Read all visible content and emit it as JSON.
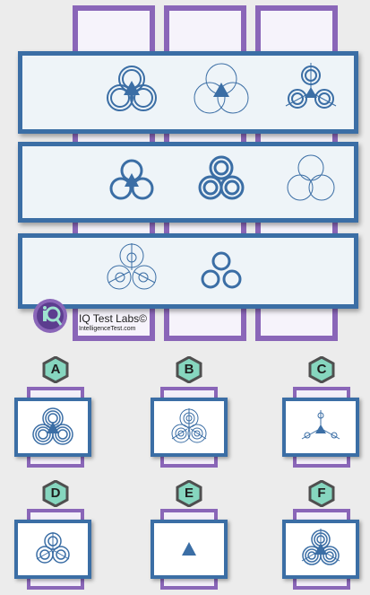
{
  "brand": {
    "name": "IQ Test Labs©",
    "site": "IntelligenceTest.com",
    "logo_mark": "iq"
  },
  "colors": {
    "frame_blue": "#3b6ea5",
    "frame_purple": "#8a66b8",
    "badge_green": "#86d6bf",
    "badge_dark": "#4f4f4f"
  },
  "puzzle": {
    "rows": 3,
    "columns": 3,
    "missing_cell": "row 3, column 3"
  },
  "options": [
    {
      "letter": "A"
    },
    {
      "letter": "B"
    },
    {
      "letter": "C"
    },
    {
      "letter": "D"
    },
    {
      "letter": "E"
    },
    {
      "letter": "F"
    }
  ]
}
